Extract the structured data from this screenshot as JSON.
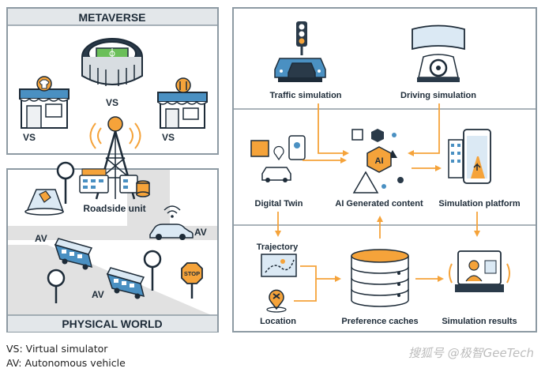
{
  "metaverse": {
    "title": "METAVERSE",
    "vs_labels": [
      "VS",
      "VS",
      "VS"
    ]
  },
  "physical": {
    "title": "PHYSICAL WORLD",
    "roadside_unit": "Roadside unit",
    "av_labels": [
      "AV",
      "AV",
      "AV"
    ],
    "stop_sign": "STOP"
  },
  "pipeline": {
    "traffic_simulation": "Traffic simulation",
    "driving_simulation": "Driving simulation",
    "digital_twin": "Digital Twin",
    "ai_generated_content": "AI Generated content",
    "simulation_platform": "Simulation platform",
    "trajectory": "Trajectory",
    "location": "Location",
    "preference_caches": "Preference caches",
    "simulation_results": "Simulation results",
    "ai_badge": "AI"
  },
  "legend": {
    "vs": "VS: Virtual simulator",
    "av": "AV: Autonomous vehicle"
  },
  "watermark": "搜狐号 @极智GeeTech",
  "colors": {
    "frame": "#8d9aa3",
    "header_bg": "#e3e7ea",
    "orange": "#f5a33a",
    "dark": "#23313f",
    "blue": "#4a90c2",
    "road": "#e1e1e1"
  }
}
